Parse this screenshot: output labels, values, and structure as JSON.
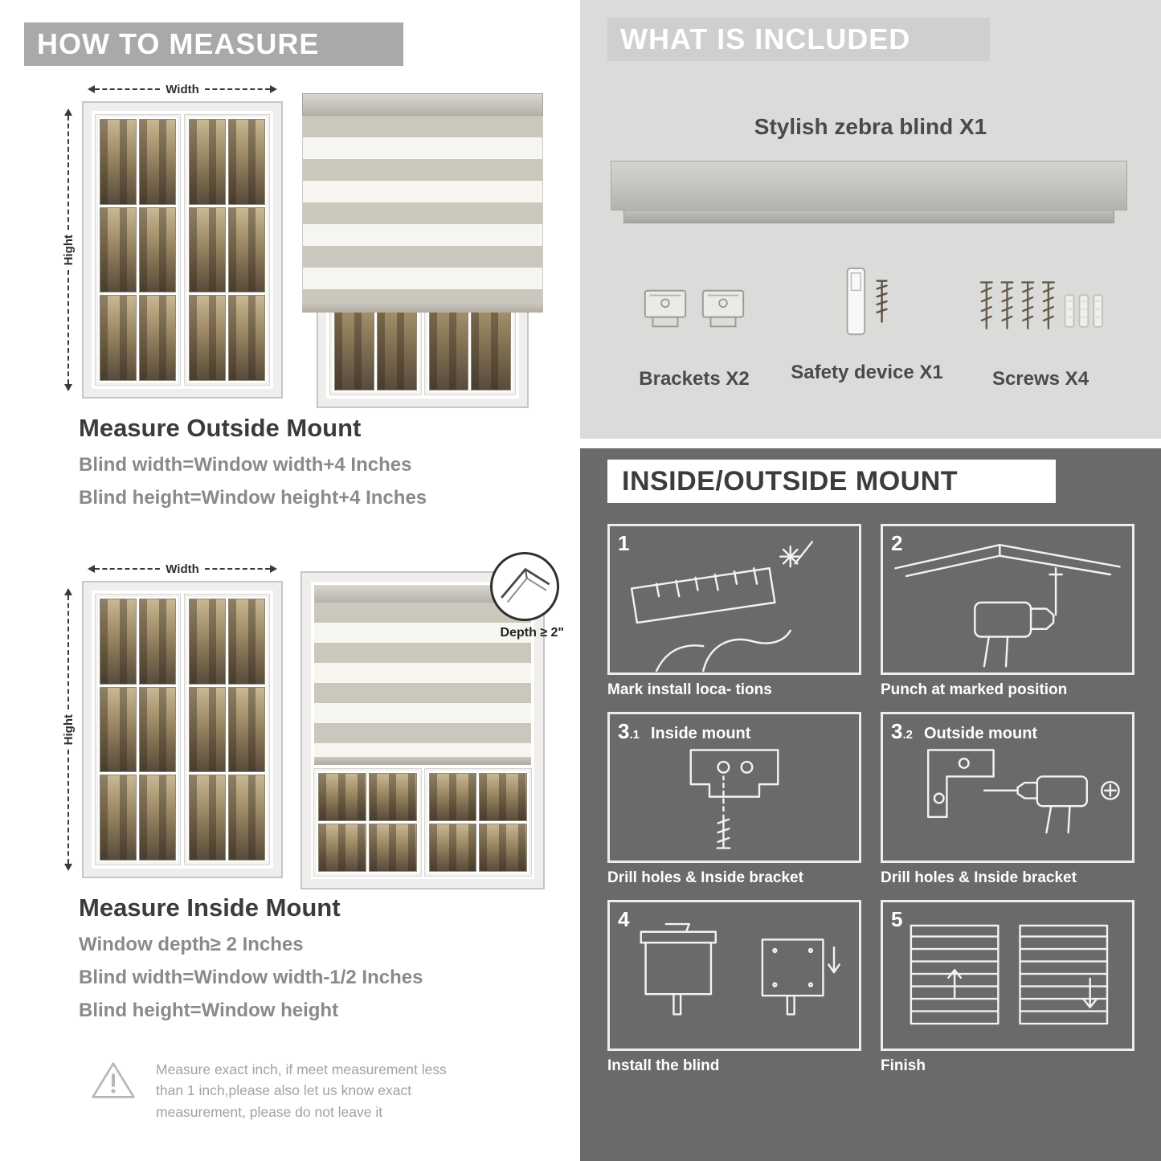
{
  "left": {
    "header": "HOW TO MEASURE",
    "outside": {
      "width_label": "Width",
      "height_label": "Hight",
      "title": "Measure Outside Mount",
      "formula1": "Blind width=Window width+4 Inches",
      "formula2": "Blind height=Window height+4 Inches"
    },
    "inside": {
      "width_label": "Width",
      "height_label": "Hight",
      "depth_callout": "Depth ≥ 2\"",
      "title": "Measure Inside Mount",
      "formula1": "Window depth≥ 2 Inches",
      "formula2": "Blind width=Window width-1/2 Inches",
      "formula3": "Blind height=Window height"
    },
    "warning_lines": [
      "Measure exact inch, if meet measurement less",
      "than 1 inch,please also let us know exact",
      "measurement, please do not leave it"
    ]
  },
  "right": {
    "included": {
      "header": "WHAT IS INCLUDED",
      "product_label": "Stylish zebra blind X1",
      "items": [
        {
          "label": "Brackets X2"
        },
        {
          "label": "Safety device X1"
        },
        {
          "label": "Screws X4"
        }
      ]
    },
    "mount": {
      "header": "INSIDE/OUTSIDE MOUNT",
      "steps": [
        {
          "num": "1",
          "sub": "",
          "title": "",
          "caption": "Mark install loca- tions"
        },
        {
          "num": "2",
          "sub": "",
          "title": "",
          "caption": "Punch at  marked position"
        },
        {
          "num": "3",
          "sub": ".1",
          "title": "Inside mount",
          "caption": "Drill holes &  Inside bracket"
        },
        {
          "num": "3",
          "sub": ".2",
          "title": "Outside mount",
          "caption": "Drill holes &  Inside bracket"
        },
        {
          "num": "4",
          "sub": "",
          "title": "",
          "caption": "Install the blind"
        },
        {
          "num": "5",
          "sub": "",
          "title": "",
          "caption": "Finish"
        }
      ]
    }
  },
  "colors": {
    "header_gray": "#a9a9a9",
    "included_bg": "#dbdbd9",
    "mount_bg": "#6a6a6a",
    "text_dark": "#3b3b3b",
    "text_gray": "#8a8a8a"
  }
}
